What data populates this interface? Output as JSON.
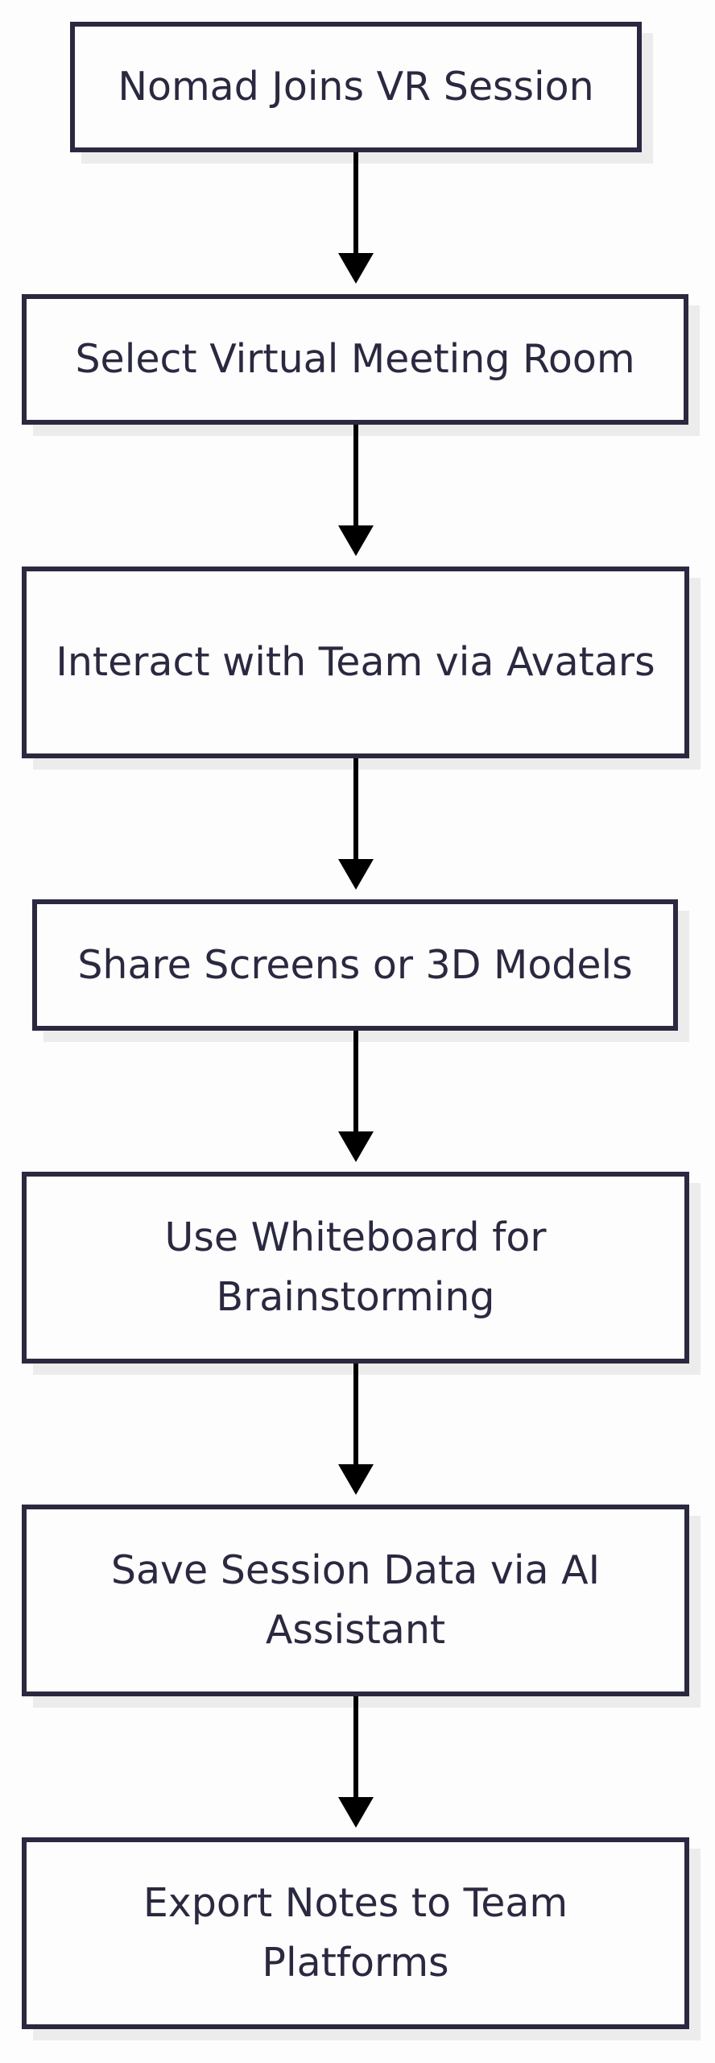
{
  "flowchart": {
    "steps": [
      "Nomad Joins VR Session",
      "Select Virtual Meeting Room",
      "Interact with Team via Avatars",
      "Share Screens or 3D Models",
      "Use Whiteboard for Brainstorming",
      "Save Session Data via AI Assistant",
      "Export Notes to Team Platforms"
    ]
  },
  "colors": {
    "node_border": "#2a2940",
    "node_text": "#2a2940",
    "node_fill": "#fdfdfd",
    "shadow": "#ececec",
    "arrow": "#000000"
  }
}
